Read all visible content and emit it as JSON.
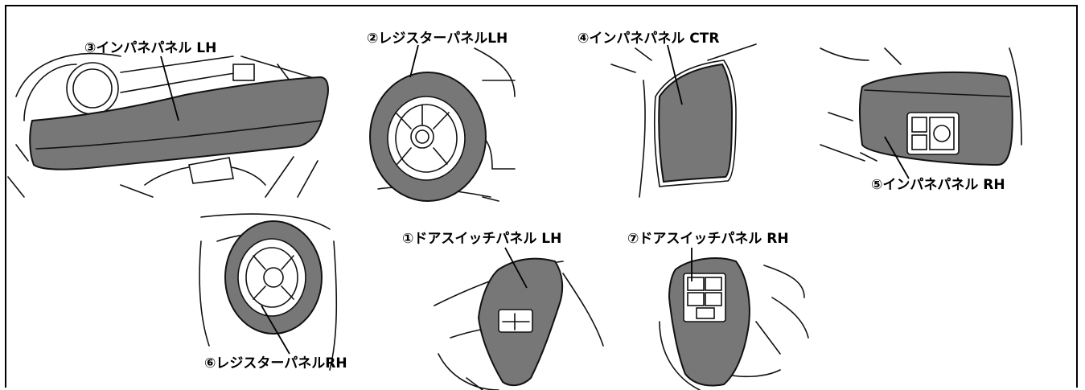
{
  "labels": {
    "p1": "①ドアスイッチパネル LH",
    "p2": "②レジスターパネルLH",
    "p3": "③インパネパネル LH",
    "p4": "④インパネパネル CTR",
    "p5": "⑤インパネパネル RH",
    "p6": "⑥レジスターパネルRH",
    "p7": "⑦ドアスイッチパネル RH"
  },
  "colors": {
    "part_fill": "#777777",
    "line": "#111111",
    "background": "#ffffff"
  }
}
